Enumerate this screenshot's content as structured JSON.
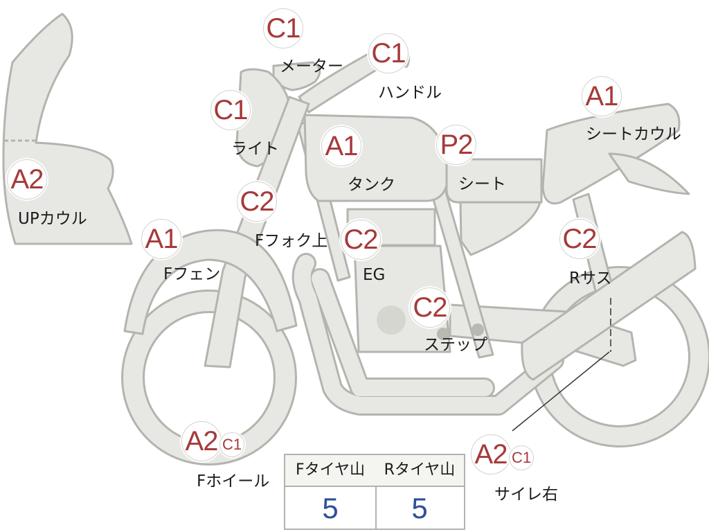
{
  "parts": [
    {
      "id": "meter",
      "grade": "C1",
      "label": "メーター"
    },
    {
      "id": "handle",
      "grade": "C1",
      "label": "ハンドル"
    },
    {
      "id": "light",
      "grade": "C1",
      "label": "ライト"
    },
    {
      "id": "tank",
      "grade": "A1",
      "label": "タンク"
    },
    {
      "id": "seat",
      "grade": "P2",
      "label": "シート"
    },
    {
      "id": "seat-cowl",
      "grade": "A1",
      "label": "シートカウル"
    },
    {
      "id": "up-cowl",
      "grade": "A2",
      "label": "UPカウル"
    },
    {
      "id": "f-fork-upper",
      "grade": "C2",
      "label": "Fフォク上"
    },
    {
      "id": "f-fender",
      "grade": "A1",
      "label": "Fフェン"
    },
    {
      "id": "engine",
      "grade": "C2",
      "label": "EG"
    },
    {
      "id": "r-suspension",
      "grade": "C2",
      "label": "Rサス"
    },
    {
      "id": "step",
      "grade": "C2",
      "label": "ステップ"
    },
    {
      "id": "f-wheel",
      "grade": "A2",
      "grade2": "C1",
      "label": "Fホイール"
    },
    {
      "id": "muffler-right",
      "grade": "A2",
      "grade2": "C1",
      "label": "サイレ右"
    }
  ],
  "tire_table": {
    "headers": [
      "Fタイヤ山",
      "Rタイヤ山"
    ],
    "values": [
      "5",
      "5"
    ]
  },
  "colors": {
    "grade_text": "#a63a3a",
    "tire_value_text": "#2f4f98",
    "part_fill": "#e7e7e3",
    "part_stroke": "#b4b4af"
  }
}
